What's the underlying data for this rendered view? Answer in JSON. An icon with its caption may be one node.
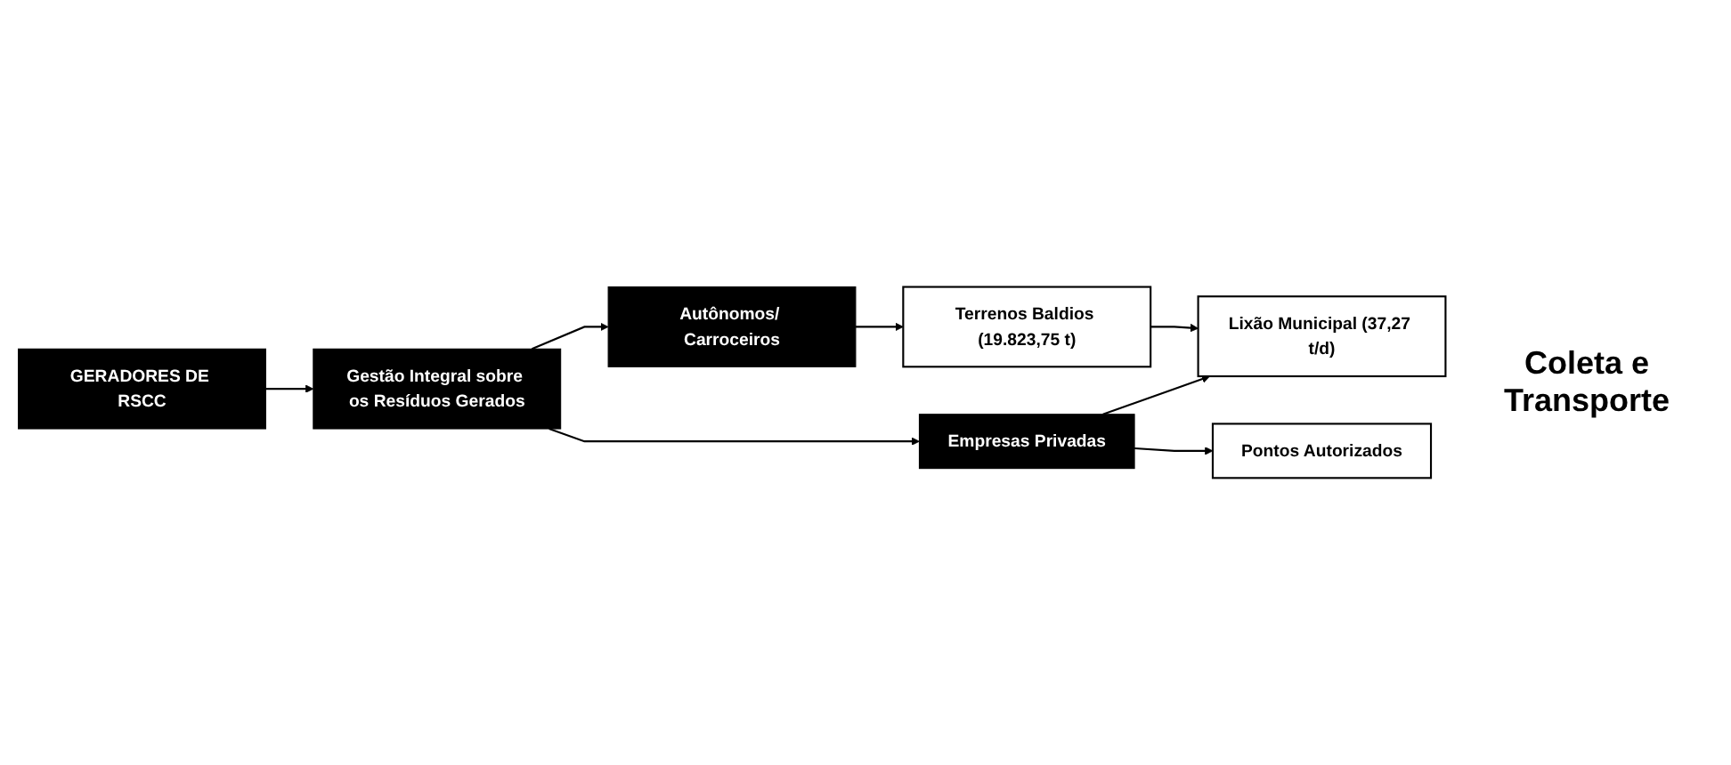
{
  "diagram": {
    "nodes": [
      {
        "text": [
          "GERADORES DE RSCC"
        ]
      },
      {
        "text": [
          "Gestão Integral sobre os Resíduos Gerados"
        ]
      },
      {
        "text": [
          "Autônomos/ Carroceiros"
        ]
      },
      {
        "text": [
          "Terrenos Baldios (19.823,75 t)"
        ]
      },
      {
        "text": [
          "Empresas Privadas"
        ]
      },
      {
        "text": [
          "Lixão Municipal (37,27 t/d)"
        ]
      },
      {
        "text": [
          "Pontos Autorizados"
        ]
      }
    ],
    "edges": [
      {
        "from": 0,
        "to": 1,
        "arrow": "to"
      },
      {
        "from": 1,
        "to": 2,
        "arrow": "to"
      },
      {
        "from": 1,
        "to": 4,
        "arrow": "to"
      },
      {
        "from": 2,
        "to": 3,
        "arrow": "to"
      },
      {
        "from": 3,
        "to": 5,
        "arrow": "to"
      },
      {
        "from": 4,
        "to": 5,
        "arrow": "to"
      },
      {
        "from": 4,
        "to": 6,
        "arrow": "to"
      }
    ],
    "labels": [
      "Coleta e Transporte"
    ]
  }
}
